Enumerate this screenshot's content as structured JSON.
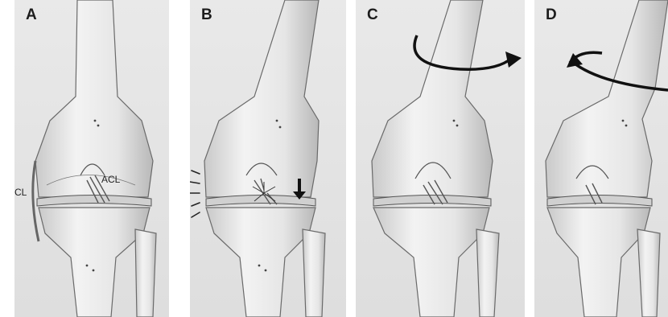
{
  "panels": [
    {
      "label": "A"
    },
    {
      "label": "B"
    },
    {
      "label": "C"
    },
    {
      "label": "D"
    }
  ],
  "annotations": {
    "mcl": "MCL",
    "acl": "ACL"
  }
}
